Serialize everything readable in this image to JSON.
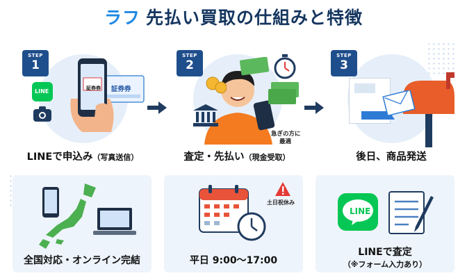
{
  "header": {
    "brand": "ラフ",
    "title": "先払い買取の仕組みと特徴"
  },
  "steps": [
    {
      "badge_word": "STEP",
      "badge_num": "1",
      "caption": "LINEで申込み",
      "caption_sub": "（写真送信）",
      "line_logo_text": "LINE",
      "id_card_text": "証券券",
      "ticket_text": "証券券"
    },
    {
      "badge_word": "STEP",
      "badge_num": "2",
      "caption": "査定・先払い",
      "caption_sub": "（現金受取）",
      "note_line1": "急ぎの方に",
      "note_line2": "最適"
    },
    {
      "badge_word": "STEP",
      "badge_num": "3",
      "caption": "後日、商品発送"
    }
  ],
  "features": [
    {
      "label": "全国対応・オンライン完結"
    },
    {
      "label": "平日 9:00〜17:00",
      "badge": "土日祝休み"
    },
    {
      "label": "LINEで査定",
      "sub": "（※フォーム入力あり）",
      "line_logo_text": "LINE"
    }
  ],
  "colors": {
    "brand": "#1e88e5",
    "navy": "#1f4e8c",
    "line_green": "#06c755",
    "panel_bg": "#eef4fb",
    "accent_orange": "#f47b20"
  }
}
